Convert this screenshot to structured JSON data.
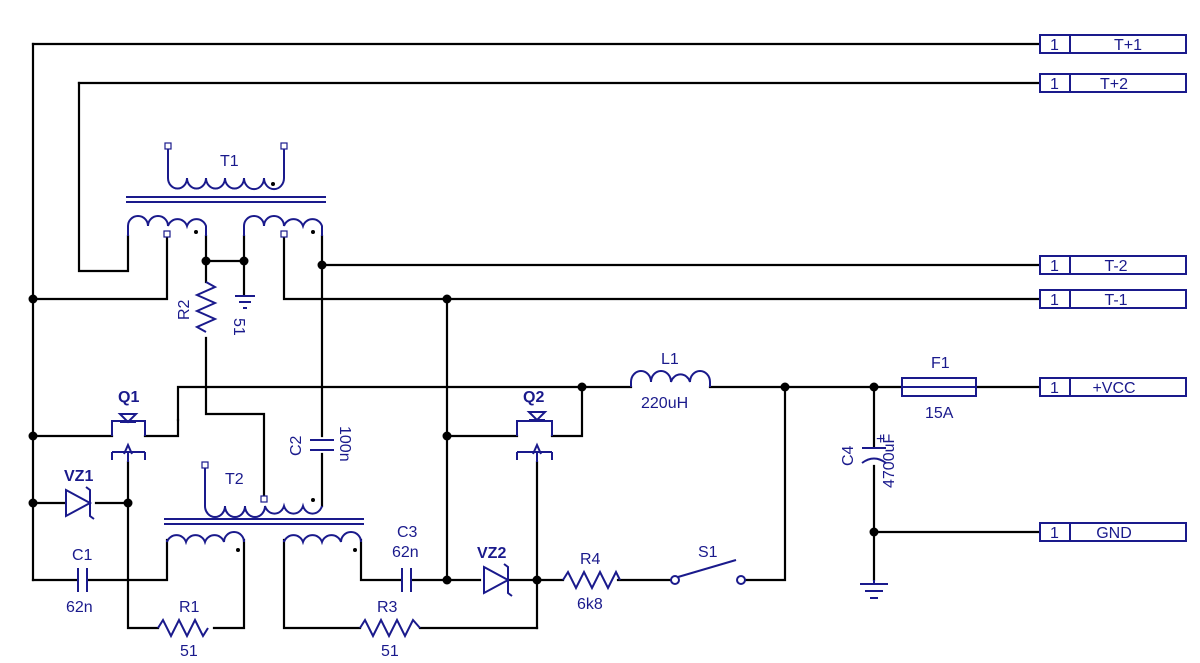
{
  "connectors": [
    {
      "pin": "1",
      "label": "T+1"
    },
    {
      "pin": "1",
      "label": "T+2"
    },
    {
      "pin": "1",
      "label": "T-2"
    },
    {
      "pin": "1",
      "label": "T-1"
    },
    {
      "pin": "1",
      "label": "+VCC"
    },
    {
      "pin": "1",
      "label": "GND"
    }
  ],
  "components": {
    "t1": "T1",
    "t2": "T2",
    "r2": {
      "ref": "R2",
      "value": "51"
    },
    "c2": {
      "ref": "C2",
      "value": "100n"
    },
    "q1": "Q1",
    "q2": "Q2",
    "vz1": "VZ1",
    "vz2": "VZ2",
    "c1": {
      "ref": "C1",
      "value": "62n"
    },
    "r1": {
      "ref": "R1",
      "value": "51"
    },
    "c3": {
      "ref": "C3",
      "value": "62n"
    },
    "r3": {
      "ref": "R3",
      "value": "51"
    },
    "r4": {
      "ref": "R4",
      "value": "6k8"
    },
    "s1": "S1",
    "l1": {
      "ref": "L1",
      "value": "220uH"
    },
    "f1": {
      "ref": "F1",
      "value": "15A"
    },
    "c4": {
      "ref": "C4",
      "value": "4700uF",
      "polarity": "+"
    }
  }
}
